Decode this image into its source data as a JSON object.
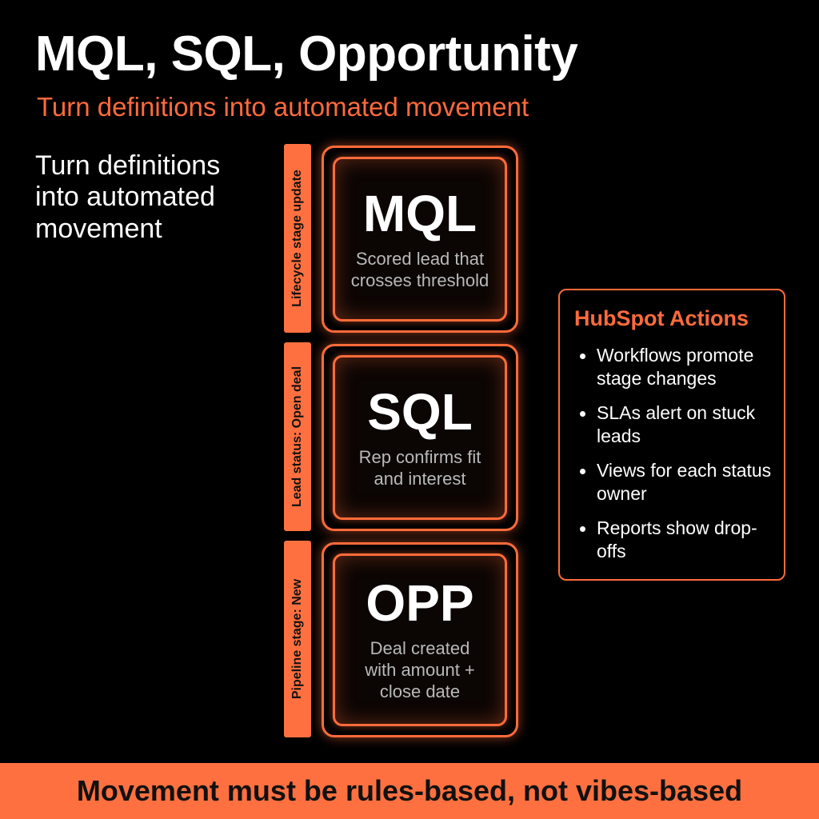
{
  "header": {
    "title": "MQL, SQL, Opportunity",
    "subtitle": "Turn definitions into automated movement"
  },
  "intro": {
    "text": "Turn definitions into automated movement"
  },
  "stages": [
    {
      "tag": "Lifecycle stage update",
      "name": "MQL",
      "desc_lines": [
        "Scored lead that",
        "crosses threshold"
      ]
    },
    {
      "tag": "Lead status: Open deal",
      "name": "SQL",
      "desc_lines": [
        "Rep confirms fit",
        "and interest"
      ]
    },
    {
      "tag": "Pipeline stage: New",
      "name": "OPP",
      "desc_lines": [
        "Deal created",
        "with amount +",
        "close date"
      ]
    }
  ],
  "actions": {
    "title": "HubSpot Actions",
    "items": [
      "Workflows promote stage changes",
      "SLAs alert on stuck leads",
      "Views for each status owner",
      "Reports show drop-offs"
    ]
  },
  "footer": {
    "text": "Movement must be rules-based, not vibes-based"
  },
  "colors": {
    "accent": "#ff6b3a",
    "banner": "#ff7040",
    "background": "#000000"
  }
}
